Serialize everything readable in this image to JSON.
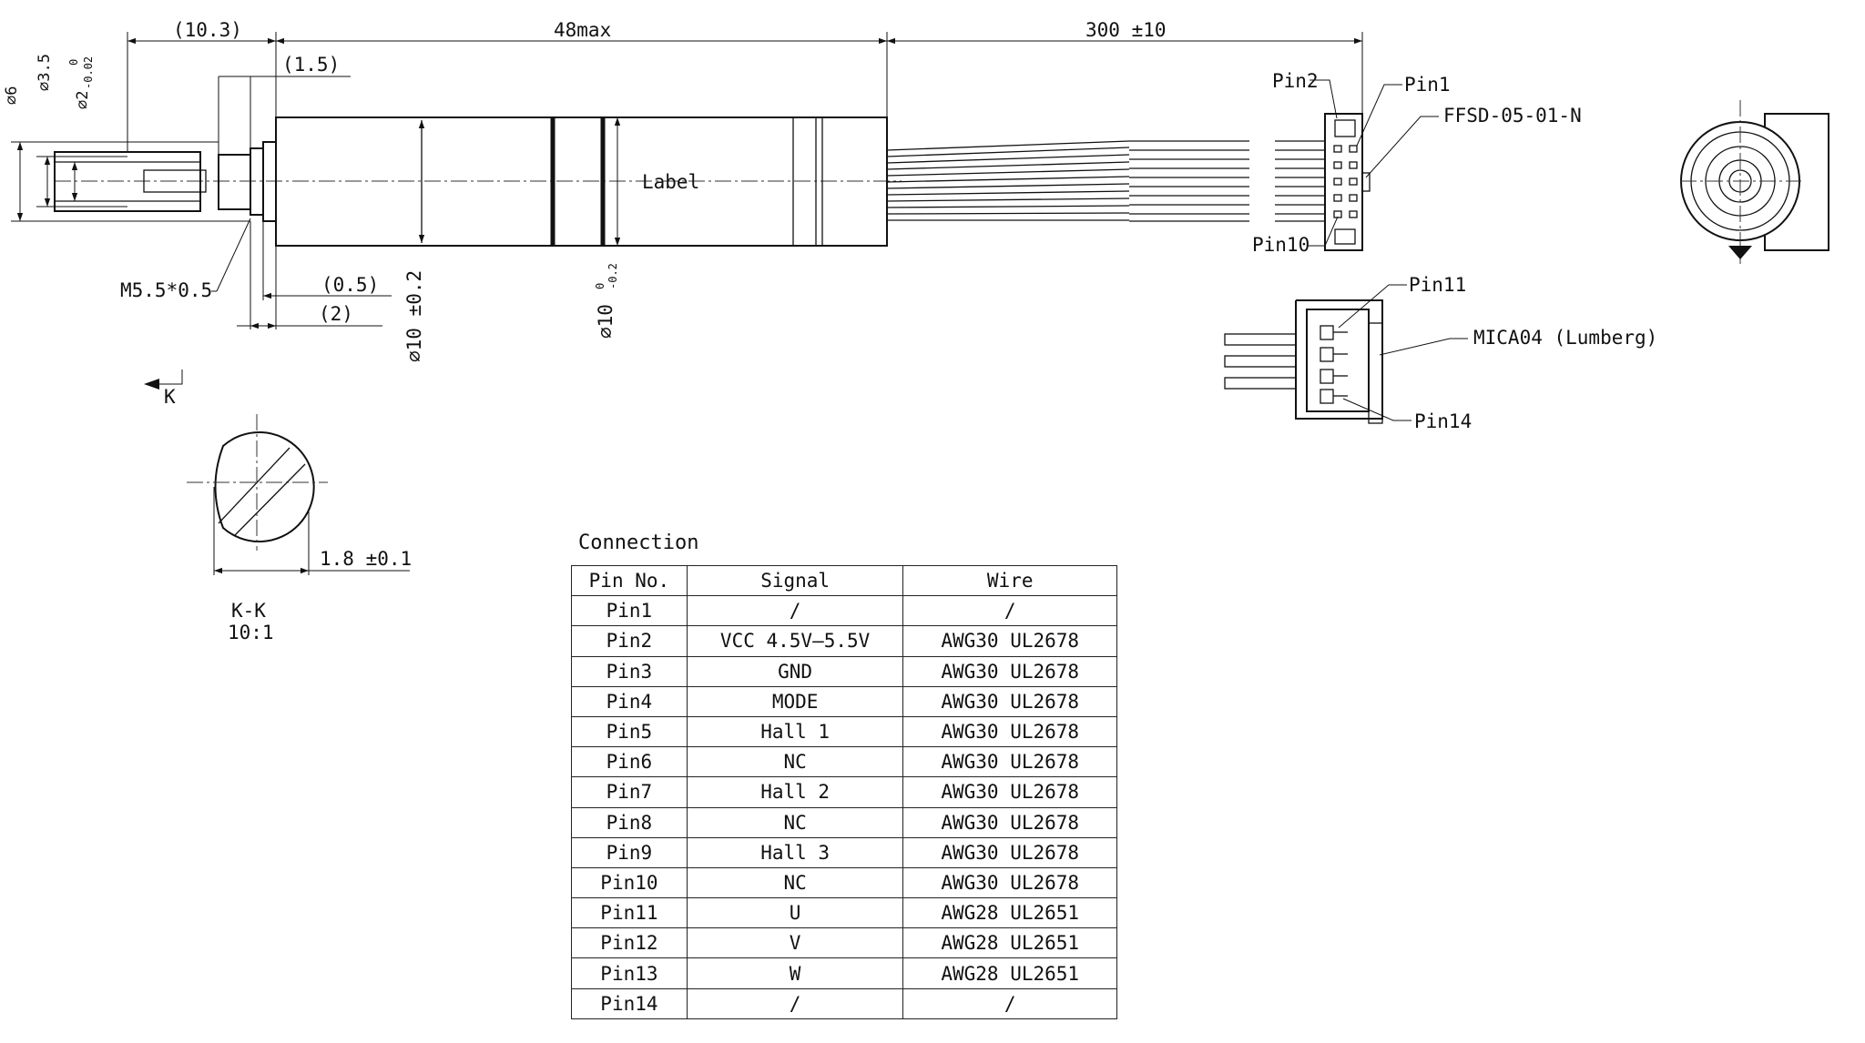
{
  "drawing": {
    "dims": {
      "dim_10_3": "(10.3)",
      "dim_48max": "48max",
      "dim_300": "300 ±10",
      "dim_1_5": "(1.5)",
      "dim_phi6": "∅6",
      "dim_phi3_5": "∅3.5",
      "dim_phi2": "∅2",
      "dim_phi2_tol_upper": "0",
      "dim_phi2_tol_lower": "-0.02",
      "dim_phi10_pm": "∅10 ±0.2",
      "dim_phi10_tol_label": "∅10",
      "dim_phi10_tol_upper": "0",
      "dim_phi10_tol_lower": "-0.2",
      "dim_0_5": "(0.5)",
      "dim_2": "(2)",
      "dim_1_8": "1.8 ±0.1"
    },
    "labels": {
      "thread": "M5.5*0.5",
      "label_text": "Label",
      "pin1": "Pin1",
      "pin2": "Pin2",
      "pin10": "Pin10",
      "ffsd": "FFSD-05-01-N",
      "pin11": "Pin11",
      "pin14": "Pin14",
      "mica": "MICA04 (Lumberg)",
      "k_arrow": "K",
      "section_name": "K-K",
      "section_scale": "10:1"
    }
  },
  "table": {
    "title": "Connection",
    "headers": [
      "Pin No.",
      "Signal",
      "Wire"
    ],
    "rows": [
      [
        "Pin1",
        "/",
        "/"
      ],
      [
        "Pin2",
        "VCC 4.5V–5.5V",
        "AWG30 UL2678"
      ],
      [
        "Pin3",
        "GND",
        "AWG30 UL2678"
      ],
      [
        "Pin4",
        "MODE",
        "AWG30 UL2678"
      ],
      [
        "Pin5",
        "Hall 1",
        "AWG30 UL2678"
      ],
      [
        "Pin6",
        "NC",
        "AWG30 UL2678"
      ],
      [
        "Pin7",
        "Hall 2",
        "AWG30 UL2678"
      ],
      [
        "Pin8",
        "NC",
        "AWG30 UL2678"
      ],
      [
        "Pin9",
        "Hall 3",
        "AWG30 UL2678"
      ],
      [
        "Pin10",
        "NC",
        "AWG30 UL2678"
      ],
      [
        "Pin11",
        "U",
        "AWG28 UL2651"
      ],
      [
        "Pin12",
        "V",
        "AWG28 UL2651"
      ],
      [
        "Pin13",
        "W",
        "AWG28 UL2651"
      ],
      [
        "Pin14",
        "/",
        "/"
      ]
    ]
  }
}
